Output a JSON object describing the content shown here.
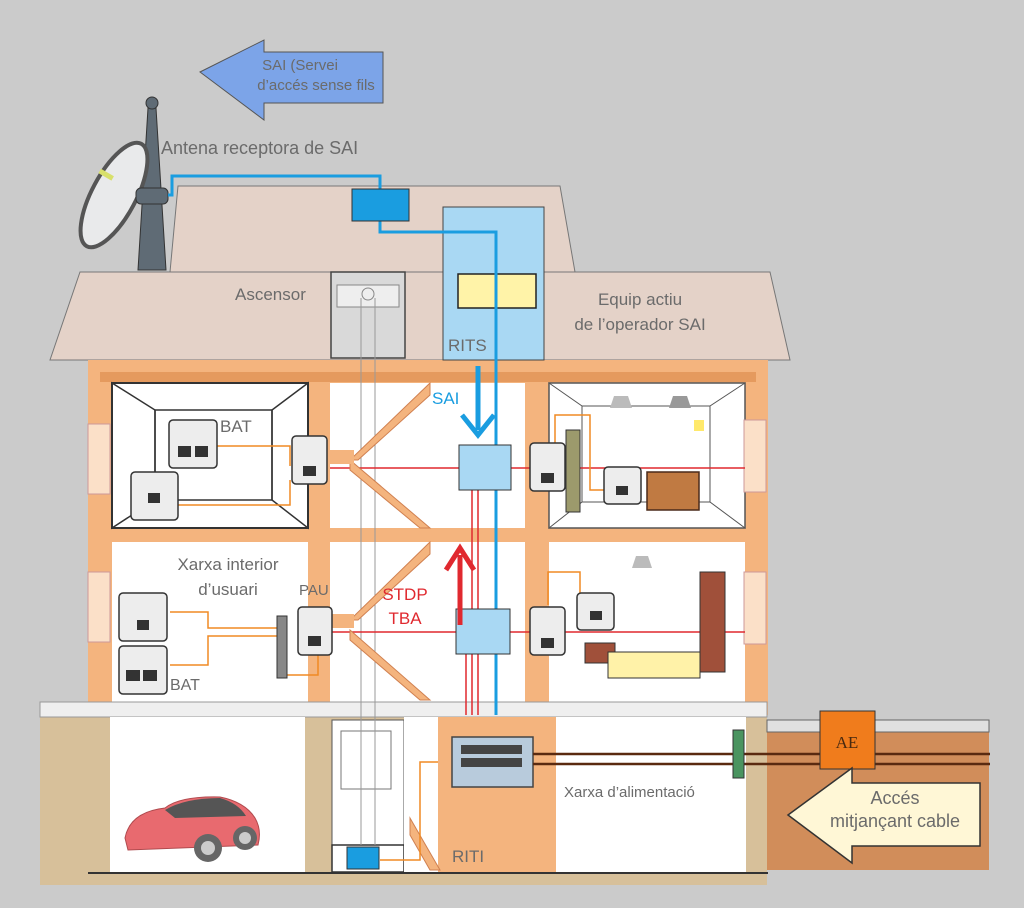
{
  "labels": {
    "sai_arrow_line1": "SAI (Servei",
    "sai_arrow_line2": "d’accés sense fils",
    "antenna": "Antena receptora de SAI",
    "elevator": "Ascensor",
    "rits": "RITS",
    "operator_line1": "Equip actiu",
    "operator_line2": "de l’operador SAI",
    "sai_flow": "SAI",
    "bat_top": "BAT",
    "user_network_line1": "Xarxa interior",
    "user_network_line2": "d’usuari",
    "pau": "PAU",
    "stdp": "STDP",
    "tba": "TBA",
    "bat_bottom": "BAT",
    "power_network": "Xarxa d’alimentació",
    "riti": "RITI",
    "ae": "AE",
    "cable_access_line1": "Accés",
    "cable_access_line2": "mitjançant cable"
  },
  "colors": {
    "background": "#cbcbcb",
    "roof": "#e4d2c8",
    "wall": "#f4b47e",
    "wall_dark": "#e59a5e",
    "rits_room": "#a9d8f3",
    "sai_cable": "#1a9de0",
    "stdp_cable": "#e0292f",
    "user_cable": "#f08a24",
    "sai_arrow": "#7ca4e8",
    "cable_arrow": "#fff7d6",
    "ground": "#d7c09a",
    "ground_right": "#d18d5a",
    "ae_box": "#f07c1c",
    "distribution_box": "#a9d8f3",
    "riti_panel": "#b8cbdc"
  }
}
